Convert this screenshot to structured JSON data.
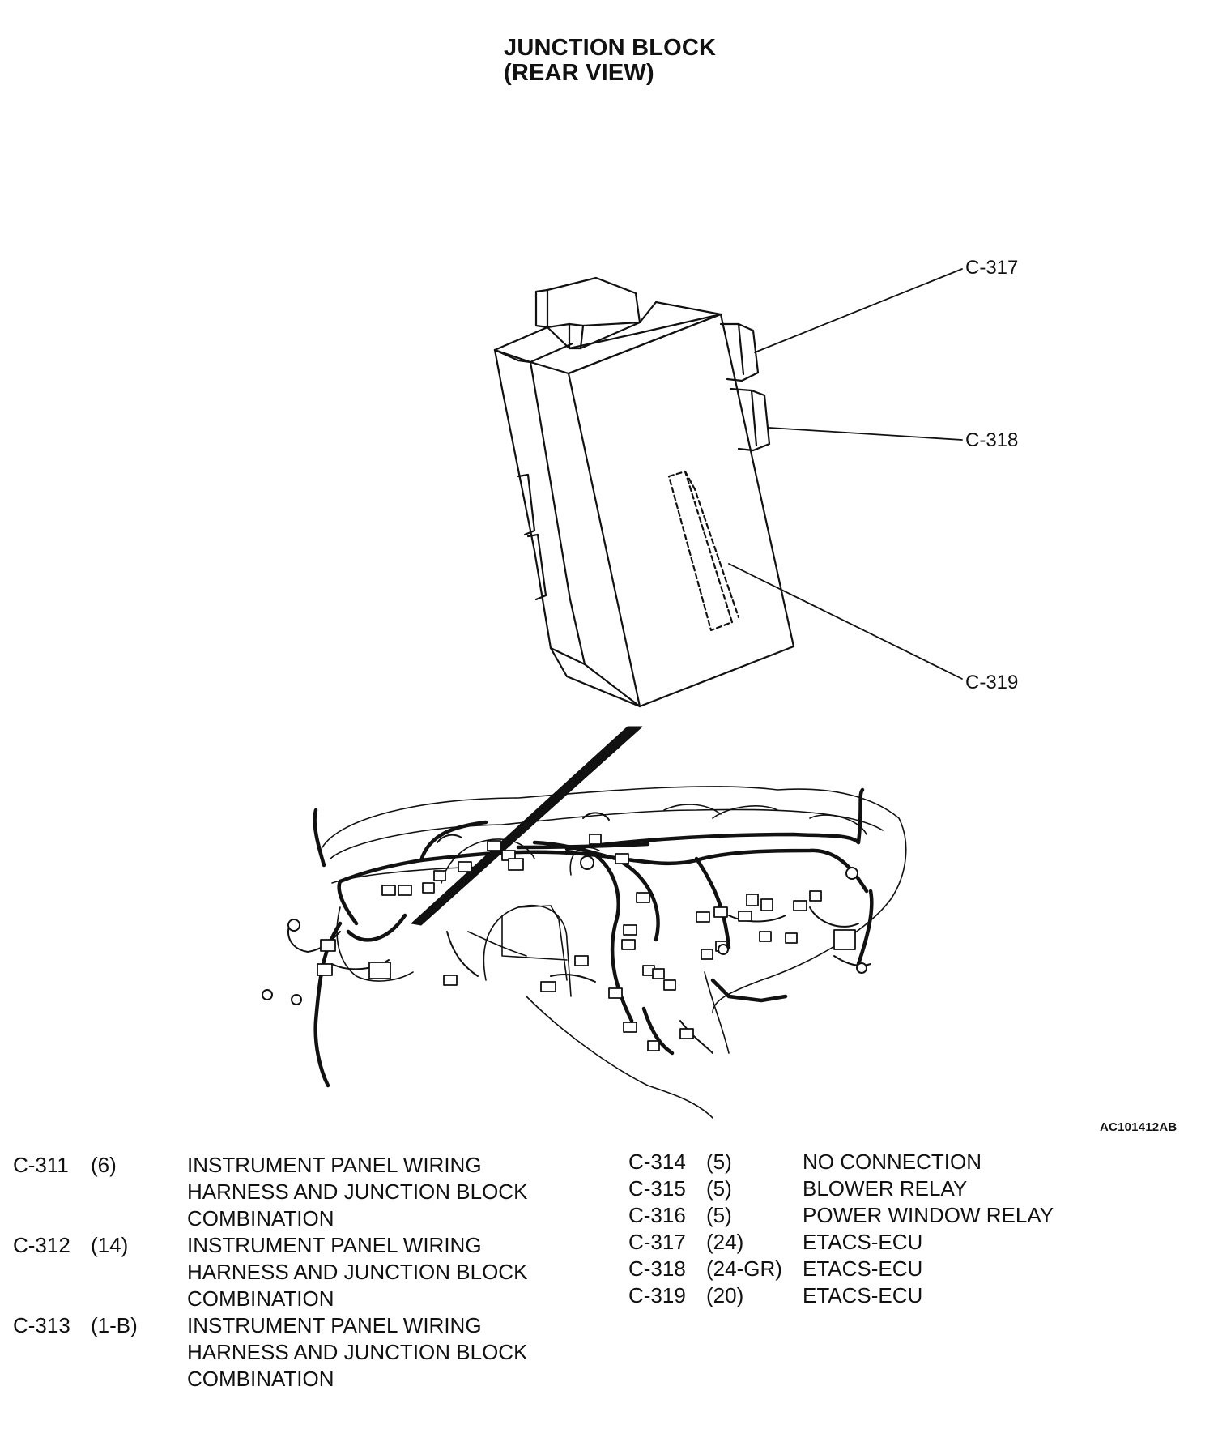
{
  "title": {
    "line1": "JUNCTION BLOCK",
    "line2": "(REAR VIEW)"
  },
  "callouts": {
    "c317": "C-317",
    "c318": "C-318",
    "c319": "C-319"
  },
  "figure_code": "AC101412AB",
  "legend_left": [
    {
      "id": "C-311",
      "pins": "(6)",
      "description": "INSTRUMENT PANEL WIRING HARNESS AND JUNCTION BLOCK COMBINATION"
    },
    {
      "id": "C-312",
      "pins": "(14)",
      "description": "INSTRUMENT PANEL WIRING HARNESS AND JUNCTION BLOCK COMBINATION"
    },
    {
      "id": "C-313",
      "pins": "(1-B)",
      "description": "INSTRUMENT PANEL WIRING HARNESS AND JUNCTION BLOCK COMBINATION"
    }
  ],
  "legend_right": [
    {
      "id": "C-314",
      "pins": "(5)",
      "description": "NO CONNECTION"
    },
    {
      "id": "C-315",
      "pins": "(5)",
      "description": "BLOWER RELAY"
    },
    {
      "id": "C-316",
      "pins": "(5)",
      "description": "POWER WINDOW RELAY"
    },
    {
      "id": "C-317",
      "pins": "(24)",
      "description": "ETACS-ECU"
    },
    {
      "id": "C-318",
      "pins": "(24-GR)",
      "description": "ETACS-ECU"
    },
    {
      "id": "C-319",
      "pins": "(20)",
      "description": "ETACS-ECU"
    }
  ]
}
